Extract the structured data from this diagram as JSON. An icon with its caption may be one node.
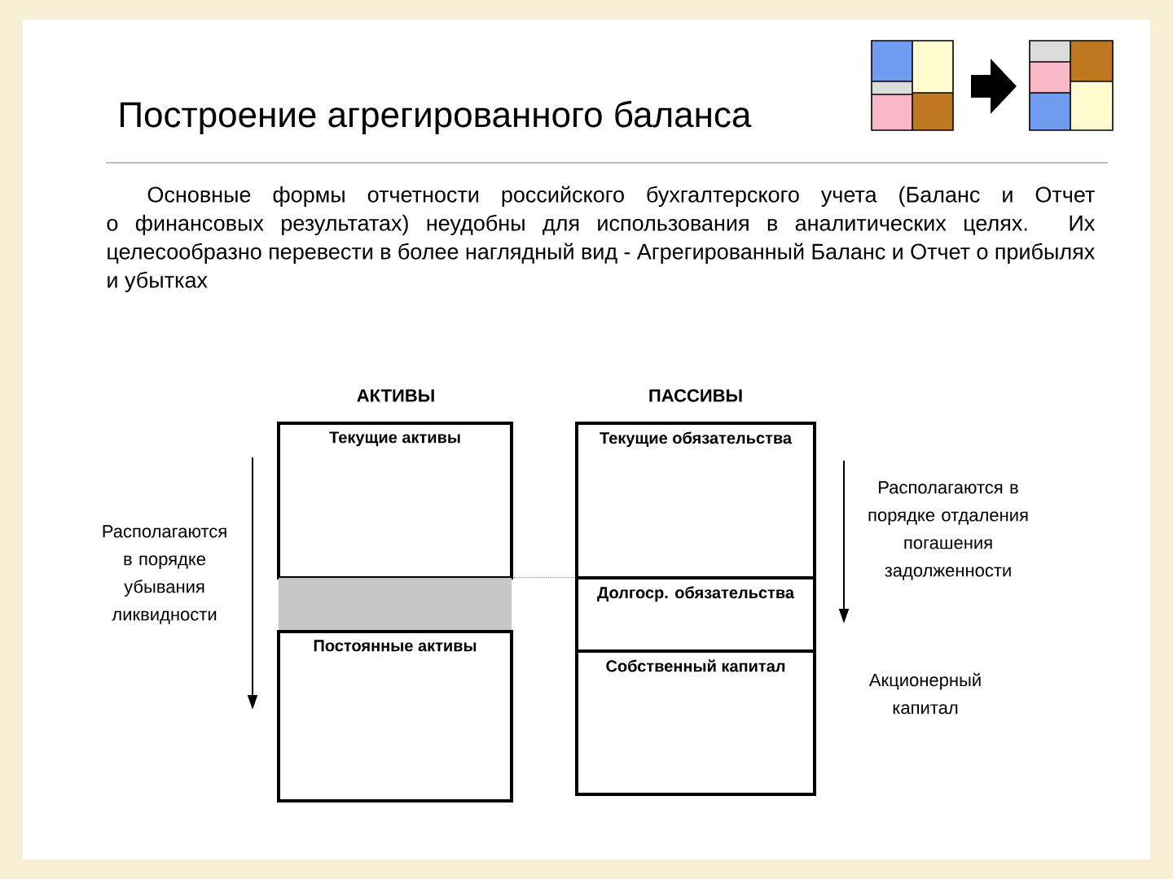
{
  "diagram": {
    "title": "Построение агрегированного баланса",
    "nodes": [
      {
        "text": [
          "Текущие активы"
        ]
      },
      {
        "text": [],
        "shape": "bar"
      },
      {
        "text": [
          "Постоянные активы"
        ]
      },
      {
        "text": [
          "Текущие обязательства"
        ]
      },
      {
        "text": [
          "Долгоср. обязательства"
        ]
      },
      {
        "text": [
          "Собственный капитал"
        ]
      }
    ],
    "edges": [
      {
        "from": 1,
        "to": 4,
        "arrow": "none",
        "style": "dashed"
      }
    ],
    "labels": [
      "Основные формы отчетности российского бухгалтерского учета (Баланс и Отчет о финансовых результатах) неудобны для использования в аналитических целях. Их целесообразно перевести в более наглядный вид - Агрегированный Баланс и Отчет о прибылях и убытках",
      "АКТИВЫ",
      "ПАССИВЫ",
      "Располагаются в порядке убывания ликвидности",
      "Располагаются в порядке отдаления погашения задолженности",
      "Акционерный капитал"
    ]
  }
}
